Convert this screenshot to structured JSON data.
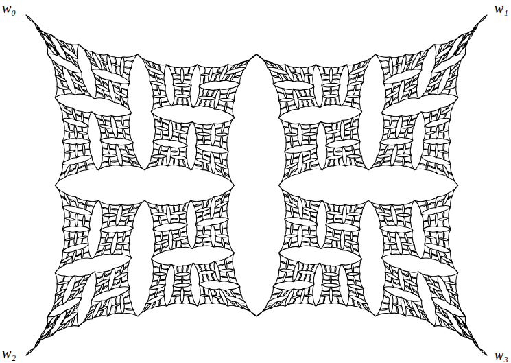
{
  "diagram": {
    "labels": [
      "w₀",
      "w₁",
      "w₂",
      "w₃"
    ]
  }
}
